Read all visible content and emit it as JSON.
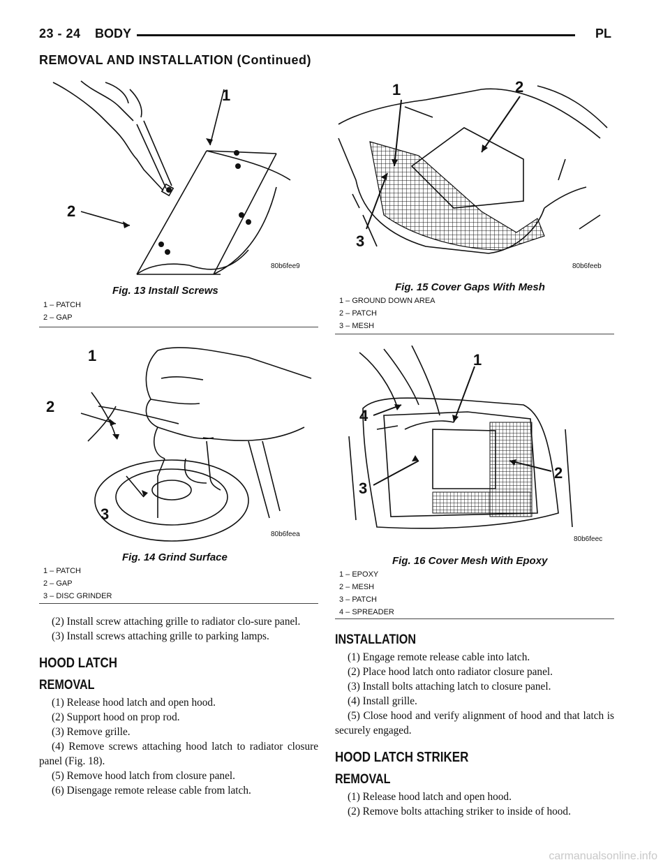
{
  "header": {
    "page": "23 - 24",
    "section": "BODY",
    "model": "PL"
  },
  "continued": "REMOVAL AND INSTALLATION (Continued)",
  "figures": [
    {
      "id": "80b6fee9",
      "caption": "Fig. 13 Install Screws",
      "legend": [
        "1 – PATCH",
        "2 – GAP"
      ],
      "callouts": [
        "1",
        "2"
      ]
    },
    {
      "id": "80b6feea",
      "caption": "Fig. 14 Grind Surface",
      "legend": [
        "1 – PATCH",
        "2 – GAP",
        "3 – DISC GRINDER"
      ],
      "callouts": [
        "1",
        "2",
        "3"
      ]
    },
    {
      "id": "80b6feeb",
      "caption": "Fig. 15 Cover Gaps With Mesh",
      "legend": [
        "1 – GROUND DOWN AREA",
        "2 – PATCH",
        "3 – MESH"
      ],
      "callouts": [
        "1",
        "2",
        "3"
      ]
    },
    {
      "id": "80b6feec",
      "caption": "Fig. 16 Cover Mesh With Epoxy",
      "legend": [
        "1 – EPOXY",
        "2 – MESH",
        "3 – PATCH",
        "4 – SPREADER"
      ],
      "callouts": [
        "1",
        "2",
        "3",
        "4"
      ]
    }
  ],
  "left_text": {
    "p1": "(2) Install screw attaching grille to radiator clo-sure panel.",
    "p2": "(3) Install screws attaching grille to parking lamps.",
    "h_hood_latch": "HOOD LATCH",
    "h_removal": "REMOVAL",
    "steps": [
      "(1) Release hood latch and open hood.",
      "(2) Support hood on prop rod.",
      "(3) Remove grille.",
      "(4) Remove screws attaching hood latch to radiator closure panel (Fig. 18).",
      "(5) Remove hood latch from closure panel.",
      "(6) Disengage remote release cable from latch."
    ]
  },
  "right_text": {
    "h_installation": "INSTALLATION",
    "install_steps": [
      "(1) Engage remote release cable into latch.",
      "(2) Place hood latch onto radiator closure panel.",
      "(3) Install bolts attaching latch to closure panel.",
      "(4) Install grille.",
      "(5) Close hood and verify alignment of hood and that latch is securely engaged."
    ],
    "h_striker": "HOOD LATCH STRIKER",
    "h_removal": "REMOVAL",
    "removal_steps": [
      "(1) Release hood latch and open hood.",
      "(2) Remove bolts attaching striker to inside of hood."
    ]
  },
  "footer": "carmanualsonline.info"
}
